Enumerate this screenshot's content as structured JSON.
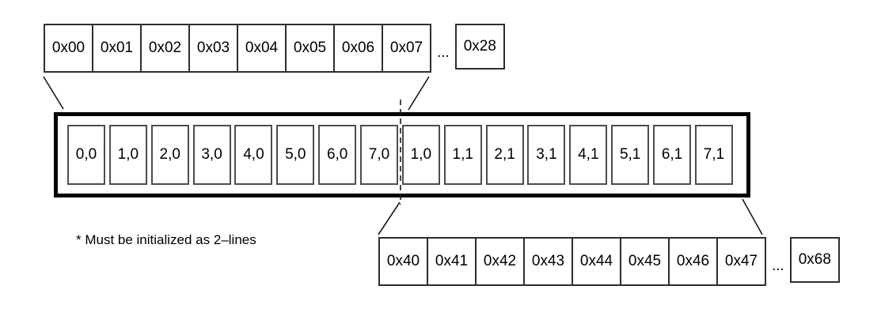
{
  "diagram": {
    "top_row": {
      "cells": [
        "0x00",
        "0x01",
        "0x02",
        "0x03",
        "0x04",
        "0x05",
        "0x06",
        "0x07"
      ],
      "ellipsis": "...",
      "last_cell": "0x28"
    },
    "buffer_box": {
      "cells": [
        "0,0",
        "1,0",
        "2,0",
        "3,0",
        "4,0",
        "5,0",
        "6,0",
        "7,0",
        "1,0",
        "1,1",
        "2,1",
        "3,1",
        "4,1",
        "5,1",
        "6,1",
        "7,1"
      ]
    },
    "bottom_row": {
      "cells": [
        "0x40",
        "0x41",
        "0x42",
        "0x43",
        "0x44",
        "0x45",
        "0x46",
        "0x47"
      ],
      "ellipsis": "...",
      "last_cell": "0x68"
    },
    "footnote": "* Must be initialized as 2–lines"
  },
  "colors": {
    "background": "#ffffff",
    "box_border": "#000000",
    "address_cell_border": "#2e2e2e",
    "buffer_cell_border": "#4d4d4d",
    "connector_line": "#1a1a1a"
  }
}
